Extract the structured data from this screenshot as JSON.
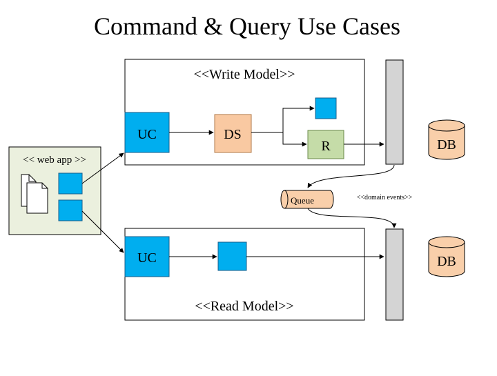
{
  "title": "Command & Query Use Cases",
  "web_app": {
    "label": "<< web app >>"
  },
  "write_model": {
    "label": "<<Write Model>>",
    "uc_label": "UC",
    "ds_label": "DS",
    "r_label": "R"
  },
  "read_model": {
    "label": "<<Read Model>>",
    "uc_label": "UC"
  },
  "queue": {
    "label": "Queue",
    "events_label": "<<domain events>>"
  },
  "db_top": {
    "label": "DB"
  },
  "db_bottom": {
    "label": "DB"
  },
  "colors": {
    "uc_blue": "#00aeef",
    "ds_orange": "#f9c9a2",
    "r_green": "#c5dca8",
    "db_fill": "#f9cfaa",
    "web_app_fill": "#ebf0de",
    "bus_gray": "#d4d4d4"
  }
}
